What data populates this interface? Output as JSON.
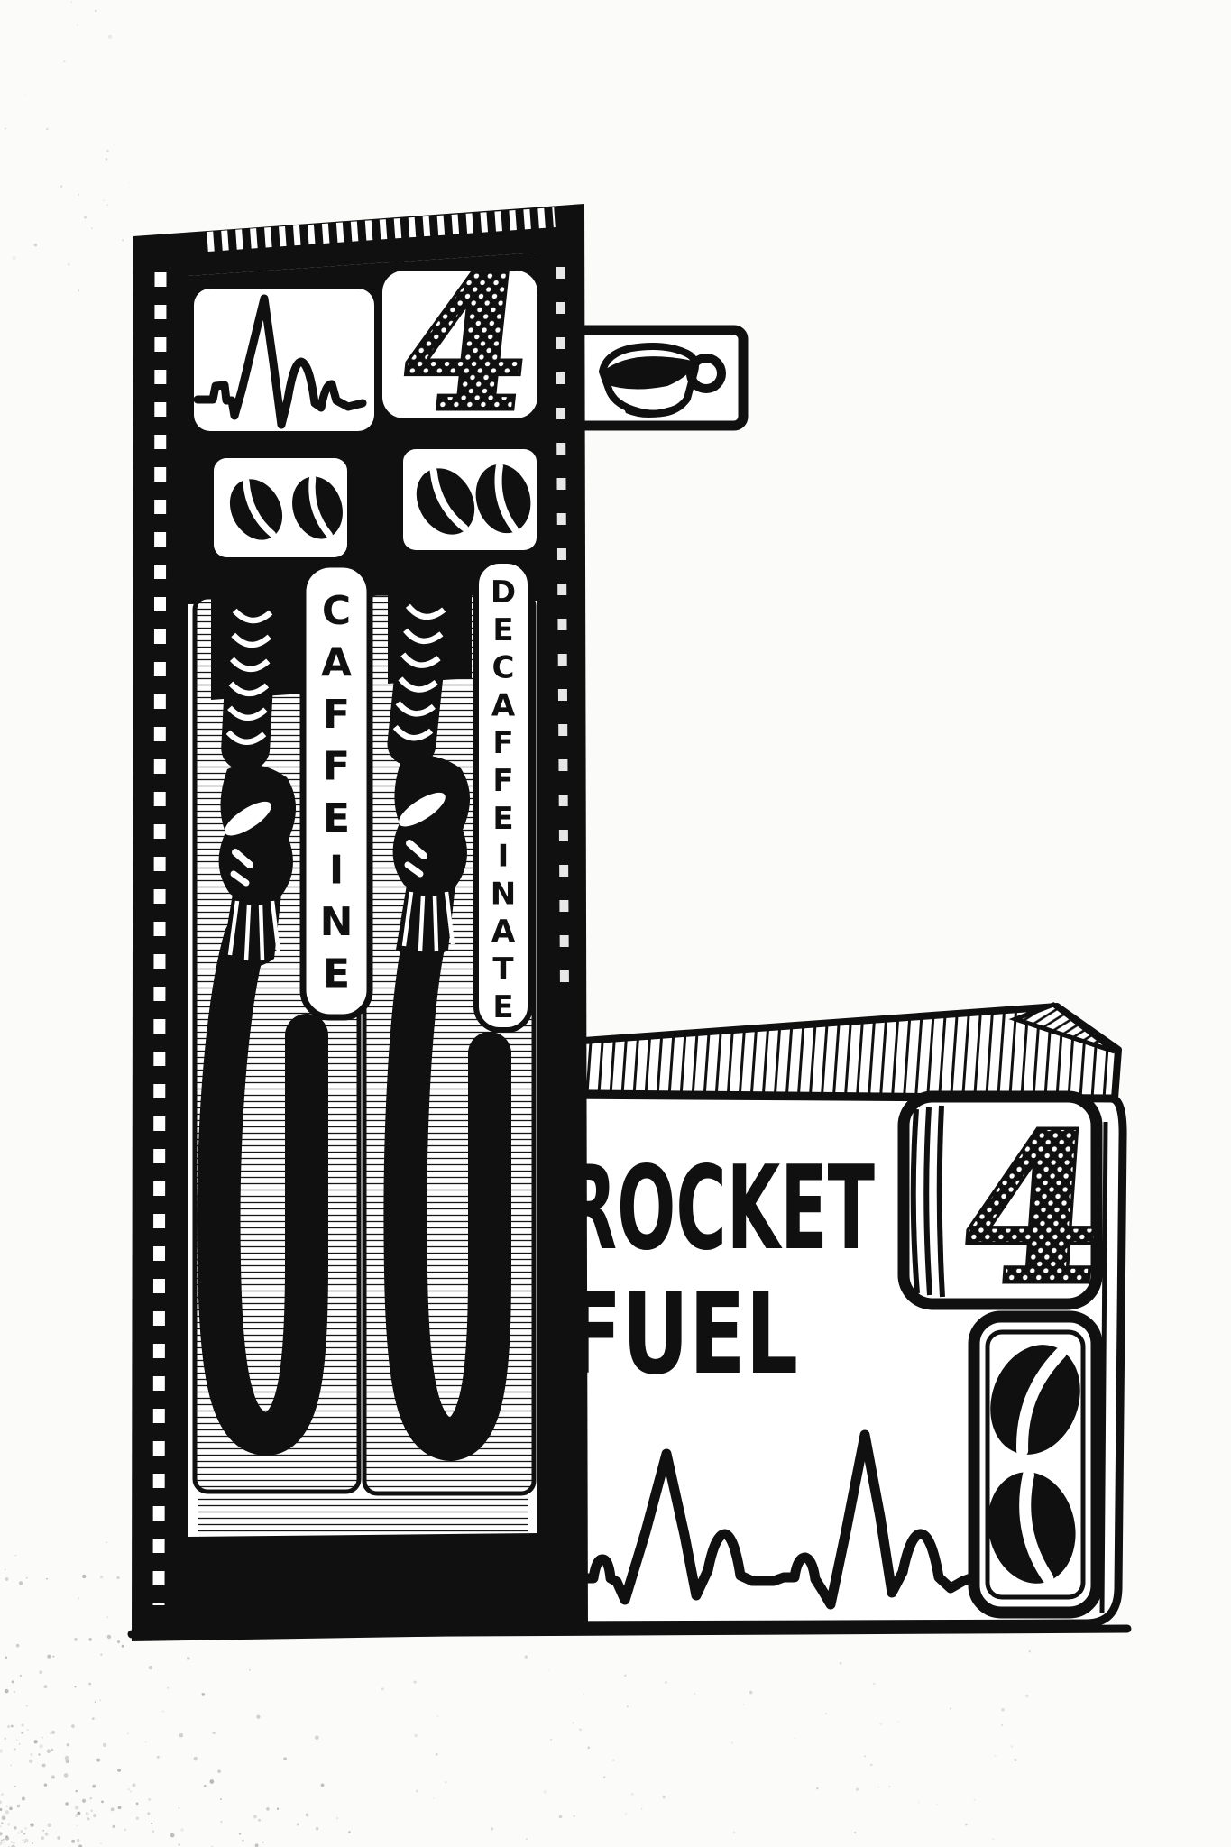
{
  "artwork": {
    "palette": {
      "ink": "#101010",
      "paper": "#fbfbf9",
      "paper_bright": "#ffffff"
    },
    "pump": {
      "price_number": "4",
      "hose_labels": {
        "left": "CAFFEINE",
        "right": "DECAFFEINATE"
      },
      "icons": {
        "display": "heartbeat-ekg-icon",
        "grade_left": "coffee-beans-icon",
        "grade_right": "coffee-beans-icon",
        "nozzles": "pump-nozzle-icon",
        "hoses": "pump-hose-icon"
      }
    },
    "sign_tab": {
      "icon": "coffee-cup-icon"
    },
    "box": {
      "title_line1": "ROCKET",
      "title_line2": "FUEL",
      "price_number": "4",
      "icons": {
        "side_panel": "coffee-beans-icon",
        "bottom": "heartbeat-ekg-icon"
      }
    }
  }
}
